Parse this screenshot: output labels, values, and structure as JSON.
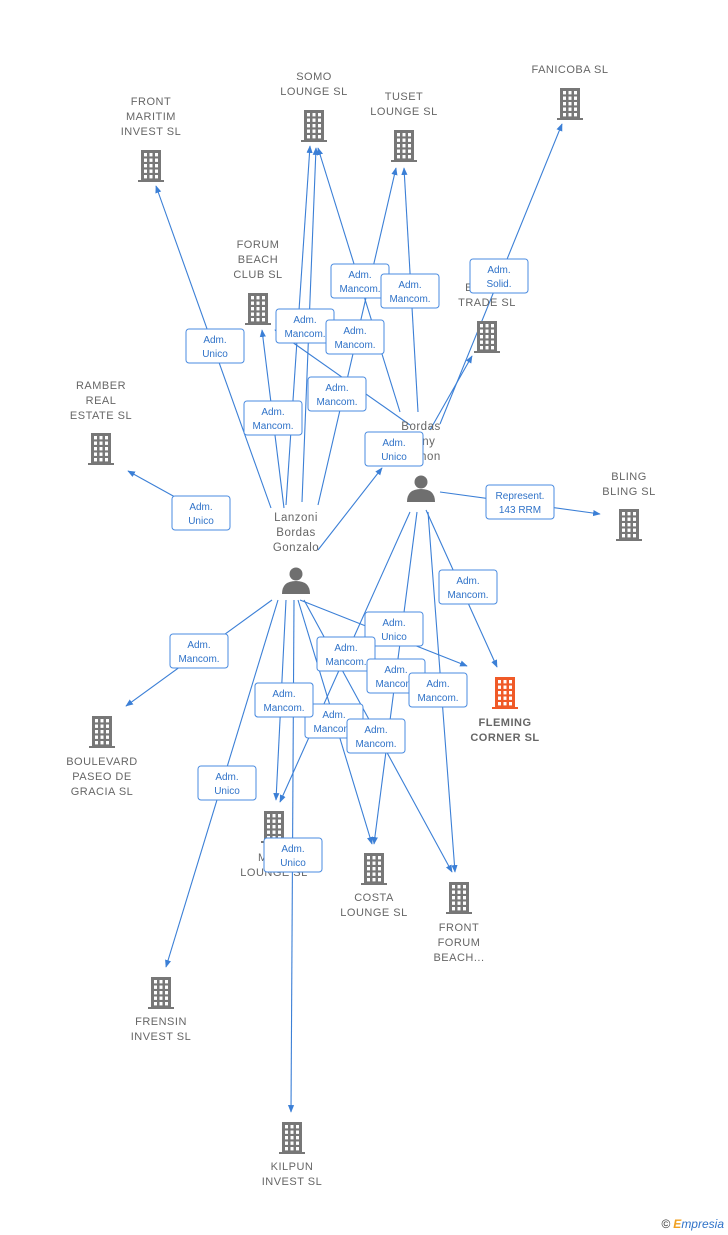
{
  "colors": {
    "edge": "#3b7fd6",
    "building": "#777777",
    "building_focus": "#f05a28",
    "person": "#6f6f6f"
  },
  "companies": [
    {
      "id": "front_maritim",
      "lines": [
        "FRONT",
        "MARITIM",
        "INVEST  SL"
      ],
      "icon": "building-icon"
    },
    {
      "id": "somo",
      "lines": [
        "SOMO",
        "LOUNGE  SL"
      ],
      "icon": "building-icon"
    },
    {
      "id": "tuset",
      "lines": [
        "TUSET",
        "LOUNGE  SL"
      ],
      "icon": "building-icon"
    },
    {
      "id": "fanicoba",
      "lines": [
        "FANICOBA  SL"
      ],
      "icon": "building-icon"
    },
    {
      "id": "forum_beach",
      "lines": [
        "FORUM",
        "BEACH",
        "CLUB  SL"
      ],
      "icon": "building-icon"
    },
    {
      "id": "ermita",
      "lines": [
        "ERMITA",
        "TRADE  SL"
      ],
      "icon": "building-icon"
    },
    {
      "id": "ramber",
      "lines": [
        "RAMBER",
        "REAL",
        "ESTATE  SL"
      ],
      "icon": "building-icon"
    },
    {
      "id": "bling",
      "lines": [
        "BLING",
        "BLING  SL"
      ],
      "icon": "building-icon"
    },
    {
      "id": "fleming",
      "lines": [
        "FLEMING",
        "CORNER  SL"
      ],
      "icon": "building-icon",
      "focus": true
    },
    {
      "id": "boulevard",
      "lines": [
        "BOULEVARD",
        "PASEO DE",
        "GRACIA  SL"
      ],
      "icon": "building-icon"
    },
    {
      "id": "mezz",
      "lines": [
        "MEZZ",
        "LOUNGE  SL"
      ],
      "icon": "building-icon"
    },
    {
      "id": "costa",
      "lines": [
        "COSTA",
        "LOUNGE  SL"
      ],
      "icon": "building-icon"
    },
    {
      "id": "front_forum",
      "lines": [
        "FRONT",
        "FORUM",
        "BEACH..."
      ],
      "icon": "building-icon"
    },
    {
      "id": "frensin",
      "lines": [
        "FRENSIN",
        "INVEST  SL"
      ],
      "icon": "building-icon"
    },
    {
      "id": "kilpun",
      "lines": [
        "KILPUN",
        "INVEST  SL"
      ],
      "icon": "building-icon"
    }
  ],
  "people": [
    {
      "id": "bordas",
      "lines": [
        "Bordas",
        "Cany",
        "Ramon"
      ],
      "icon": "person-icon"
    },
    {
      "id": "lanzoni",
      "lines": [
        "Lanzoni",
        "Bordas",
        "Gonzalo"
      ],
      "icon": "person-icon"
    }
  ],
  "relations": [
    {
      "id": "r1",
      "lines": [
        "Adm.",
        "Unico"
      ]
    },
    {
      "id": "r2",
      "lines": [
        "Adm.",
        "Mancom."
      ]
    },
    {
      "id": "r3",
      "lines": [
        "Adm.",
        "Mancom."
      ]
    },
    {
      "id": "r4",
      "lines": [
        "Adm.",
        "Mancom."
      ]
    },
    {
      "id": "r5",
      "lines": [
        "Adm.",
        "Mancom."
      ]
    },
    {
      "id": "r6",
      "lines": [
        "Adm.",
        "Mancom."
      ]
    },
    {
      "id": "r7",
      "lines": [
        "Adm.",
        "Solid."
      ]
    },
    {
      "id": "r8",
      "lines": [
        "Adm.",
        "Mancom."
      ]
    },
    {
      "id": "r9",
      "lines": [
        "Adm.",
        "Mancom."
      ]
    },
    {
      "id": "r10",
      "lines": [
        "Adm.",
        "Unico"
      ]
    },
    {
      "id": "r11",
      "lines": [
        "Adm.",
        "Unico"
      ]
    },
    {
      "id": "r12",
      "lines": [
        "Represent.",
        "143 RRM"
      ]
    },
    {
      "id": "r13",
      "lines": [
        "Adm.",
        "Mancom."
      ]
    },
    {
      "id": "r14",
      "lines": [
        "Adm.",
        "Unico"
      ]
    },
    {
      "id": "r15",
      "lines": [
        "Adm.",
        "Mancom."
      ]
    },
    {
      "id": "r16",
      "lines": [
        "Adm.",
        "Mancom."
      ]
    },
    {
      "id": "r17",
      "lines": [
        "Adm.",
        "Mancom."
      ]
    },
    {
      "id": "r18",
      "lines": [
        "Adm.",
        "Mancom."
      ]
    },
    {
      "id": "r19",
      "lines": [
        "Adm.",
        "Mancom."
      ]
    },
    {
      "id": "r20",
      "lines": [
        "Adm.",
        "Mancom."
      ]
    },
    {
      "id": "r21",
      "lines": [
        "Adm.",
        "Mancom."
      ]
    },
    {
      "id": "r22",
      "lines": [
        "Adm.",
        "Unico"
      ]
    },
    {
      "id": "r23",
      "lines": [
        "Adm.",
        "Unico"
      ]
    }
  ],
  "brand": {
    "copyright": "©",
    "initial": "E",
    "rest": "mpresia"
  }
}
